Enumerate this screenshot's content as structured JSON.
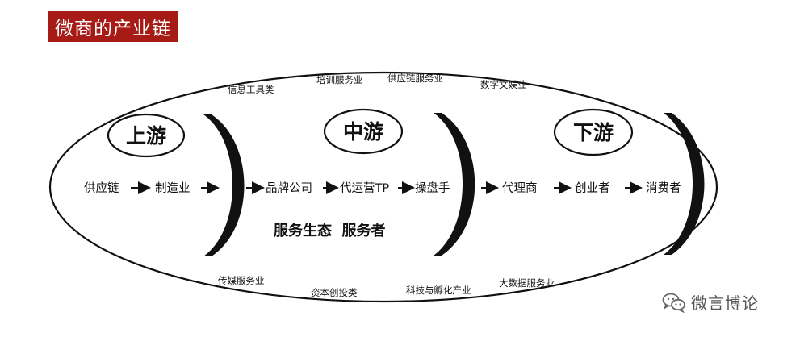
{
  "title": "微商的产业链",
  "colors": {
    "title_bg": "#a61b16",
    "ink": "#111111",
    "watermark": "#666666"
  },
  "stages": {
    "upstream": "上游",
    "midstream": "中游",
    "downstream": "下游"
  },
  "chain": {
    "n1": "供应链",
    "n2": "制造业",
    "n3": "品牌公司",
    "n4": "代运营TP",
    "n5": "操盘手",
    "n6": "代理商",
    "n7": "创业者",
    "n8": "消费者"
  },
  "service_label": "服务生态  服务者",
  "services_top": {
    "s1": "信息工具类",
    "s2": "培训服务业",
    "s3": "供应链服务业",
    "s4": "数字文娱业"
  },
  "services_bottom": {
    "s1": "传媒服务业",
    "s2": "资本创投类",
    "s3": "科技与孵化产业",
    "s4": "大数据服务业"
  },
  "watermark": {
    "text": "微言博论",
    "icon": "wechat-icon"
  }
}
